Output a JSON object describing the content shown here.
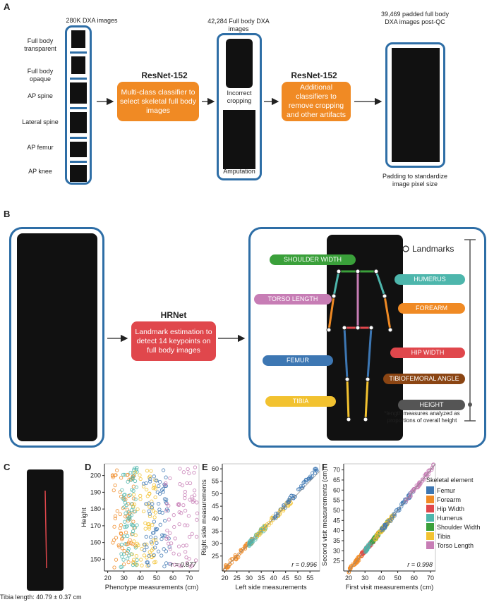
{
  "panel_labels": {
    "a": "A",
    "b": "B",
    "c": "C",
    "d": "D",
    "e": "E",
    "f": "F"
  },
  "panel_a": {
    "col1_title": "280K DXA images",
    "col1_items": [
      "Full body transparent",
      "Full body opaque",
      "AP spine",
      "Lateral spine",
      "AP femur",
      "AP knee"
    ],
    "model1": "ResNet-152",
    "box1": "Multi-class classifier to select skeletal full body images",
    "col2_title": "42,284 Full body DXA images",
    "col2_items": [
      "Incorrect cropping",
      "Amputation"
    ],
    "model2": "ResNet-152",
    "box2": "Additional classifiers to remove cropping and other artifacts",
    "col3_title": "39,469 padded full body DXA images post-QC",
    "col3_caption": "Padding to standardize image pixel size"
  },
  "panel_b": {
    "model": "HRNet",
    "box": "Landmark estimation to detect 14 keypoints on full body images",
    "legend": "Landmarks",
    "labels": {
      "shoulder_width": "SHOULDER WIDTH",
      "humerus": "HUMERUS",
      "torso_length": "TORSO LENGTH",
      "forearm": "FOREARM",
      "hip_width": "HIP WIDTH",
      "femur": "FEMUR",
      "tibiofemoral_angle": "TIBIOFEMORAL ANGLE",
      "tibia": "TIBIA",
      "height": "HEIGHT"
    },
    "note": "*length measures analyzed as proportions of overall height",
    "colors": {
      "shoulder_width": "#3aa03a",
      "humerus": "#4db6ac",
      "torso_length": "#c77db5",
      "forearm": "#f08a24",
      "hip_width": "#e0474c",
      "femur": "#3d77b3",
      "tibiofemoral_angle": "#8b4513",
      "tibia": "#f2c230",
      "height": "#555555"
    }
  },
  "panel_c": {
    "caption": "Tibia length: 40.79 ± 0.37 cm"
  },
  "legend": {
    "title": "Skeletal element",
    "items": [
      {
        "name": "Femur",
        "color": "#3d77b3"
      },
      {
        "name": "Forearm",
        "color": "#f08a24"
      },
      {
        "name": "Hip Width",
        "color": "#e0474c"
      },
      {
        "name": "Humerus",
        "color": "#4db6ac"
      },
      {
        "name": "Shoulder Width",
        "color": "#3aa03a"
      },
      {
        "name": "Tibia",
        "color": "#f2c230"
      },
      {
        "name": "Torso Length",
        "color": "#c77db5"
      }
    ]
  },
  "chart_data": [
    {
      "panel": "D",
      "type": "scatter",
      "xlabel": "Phenotype measurements (cm)",
      "ylabel": "Height",
      "xlim": [
        18,
        76
      ],
      "ylim": [
        143,
        207
      ],
      "xticks": [
        20,
        30,
        40,
        50,
        60,
        70
      ],
      "yticks": [
        150,
        160,
        170,
        180,
        190,
        200
      ],
      "annotation": "r = 0.877",
      "series": [
        {
          "name": "Forearm",
          "x_range": [
            23,
            37
          ],
          "y_range": [
            145,
            205
          ]
        },
        {
          "name": "Humerus",
          "x_range": [
            28,
            38
          ],
          "y_range": [
            145,
            205
          ]
        },
        {
          "name": "Tibia",
          "x_range": [
            35,
            50
          ],
          "y_range": [
            145,
            205
          ]
        },
        {
          "name": "Femur",
          "x_range": [
            42,
            58
          ],
          "y_range": [
            145,
            205
          ]
        },
        {
          "name": "Torso Length",
          "x_range": [
            55,
            75
          ],
          "y_range": [
            145,
            205
          ]
        }
      ]
    },
    {
      "panel": "E",
      "type": "scatter",
      "xlabel": "Left side measurements",
      "ylabel": "Right side measurements",
      "xlim": [
        19,
        59
      ],
      "ylim": [
        19,
        62
      ],
      "xticks": [
        20,
        25,
        30,
        35,
        40,
        45,
        50,
        55
      ],
      "yticks": [
        25,
        30,
        35,
        40,
        45,
        50,
        55,
        60
      ],
      "annotation": "r = 0.996",
      "series": [
        {
          "name": "Forearm",
          "x_range": [
            20,
            32
          ],
          "y_range": [
            20,
            32
          ]
        },
        {
          "name": "Humerus",
          "x_range": [
            30,
            37
          ],
          "y_range": [
            30,
            37
          ]
        },
        {
          "name": "Tibia",
          "x_range": [
            33,
            48
          ],
          "y_range": [
            33,
            48
          ]
        },
        {
          "name": "Femur",
          "x_range": [
            40,
            58
          ],
          "y_range": [
            40,
            60
          ]
        }
      ]
    },
    {
      "panel": "F",
      "type": "scatter",
      "xlabel": "First visit measurements (cm)",
      "ylabel": "Second visit measurements (cm)",
      "xlim": [
        17,
        73
      ],
      "ylim": [
        20,
        73
      ],
      "xticks": [
        20,
        30,
        40,
        50,
        60,
        70
      ],
      "yticks": [
        25,
        30,
        35,
        40,
        45,
        50,
        55,
        60,
        65,
        70
      ],
      "annotation": "r = 0.998",
      "series": [
        {
          "name": "Forearm",
          "x_range": [
            20,
            30
          ],
          "y_range": [
            20,
            30
          ]
        },
        {
          "name": "Hip Width",
          "x_range": [
            28,
            38
          ],
          "y_range": [
            28,
            38
          ]
        },
        {
          "name": "Humerus",
          "x_range": [
            30,
            37
          ],
          "y_range": [
            30,
            37
          ]
        },
        {
          "name": "Shoulder Width",
          "x_range": [
            34,
            44
          ],
          "y_range": [
            34,
            44
          ]
        },
        {
          "name": "Tibia",
          "x_range": [
            35,
            48
          ],
          "y_range": [
            35,
            48
          ]
        },
        {
          "name": "Femur",
          "x_range": [
            40,
            60
          ],
          "y_range": [
            40,
            60
          ]
        },
        {
          "name": "Torso Length",
          "x_range": [
            55,
            72
          ],
          "y_range": [
            55,
            72
          ]
        }
      ]
    }
  ]
}
